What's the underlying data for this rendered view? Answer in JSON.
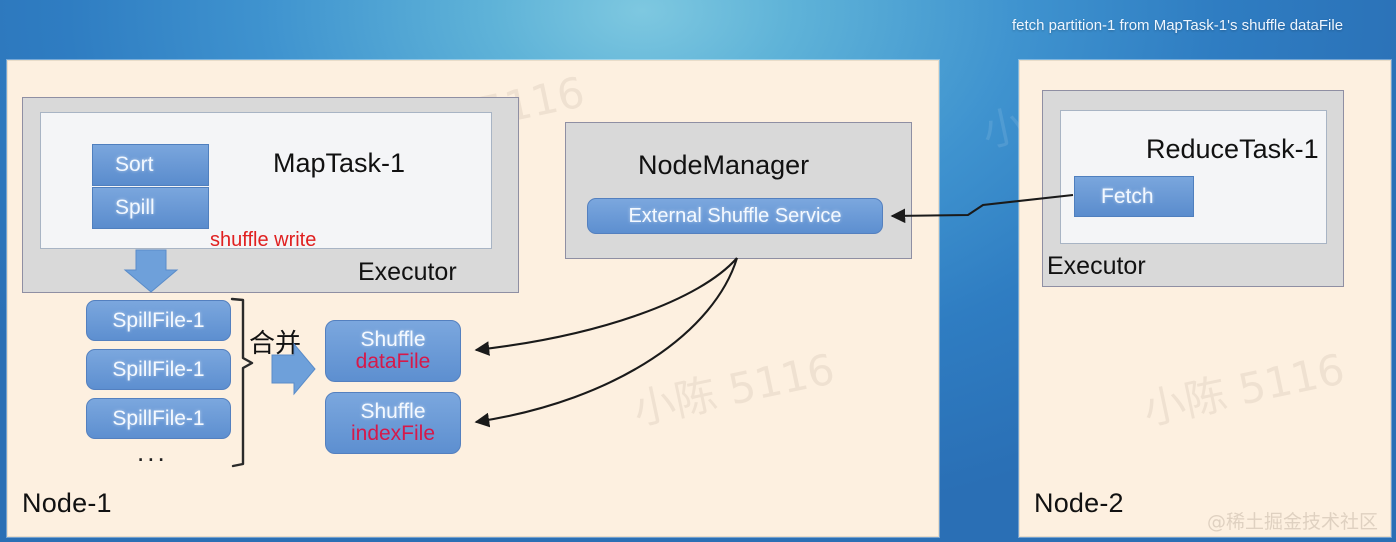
{
  "figure": {
    "title": "Spark External Shuffle Service data flow",
    "background_top_caption": "fetch partition-1 from MapTask-1's shuffle dataFile"
  },
  "colors": {
    "background_blue": "#3d8fcb",
    "panel_cream": "#fdf0e0",
    "executor_grey": "#d9d9d9",
    "task_white": "#f4f5f7",
    "chip_blue": "#5d8fd0",
    "accent_red": "#e02020",
    "file_red": "#d6194a"
  },
  "node1": {
    "label": "Node-1",
    "executor": {
      "label": "Executor",
      "task": {
        "title": "MapTask-1",
        "chips": [
          {
            "label": "Sort"
          },
          {
            "label": "Spill"
          }
        ],
        "annotation": "shuffle write"
      }
    },
    "spill_files": [
      {
        "label": "SpillFile-1"
      },
      {
        "label": "SpillFile-1"
      },
      {
        "label": "SpillFile-1"
      }
    ],
    "spill_ellipsis": "...",
    "merge_label": "合并",
    "shuffle_files": [
      {
        "line1": "Shuffle",
        "line2": "dataFile"
      },
      {
        "line1": "Shuffle",
        "line2": "indexFile"
      }
    ]
  },
  "node_manager": {
    "title": "NodeManager",
    "service_label": "External Shuffle Service"
  },
  "node2": {
    "label": "Node-2",
    "executor": {
      "label": "Executor",
      "task": {
        "title": "ReduceTask-1",
        "chips": [
          {
            "label": "Fetch"
          }
        ]
      }
    }
  },
  "watermarks": {
    "diagonal": "小陈 5116",
    "brand": "@稀土掘金技术社区"
  }
}
